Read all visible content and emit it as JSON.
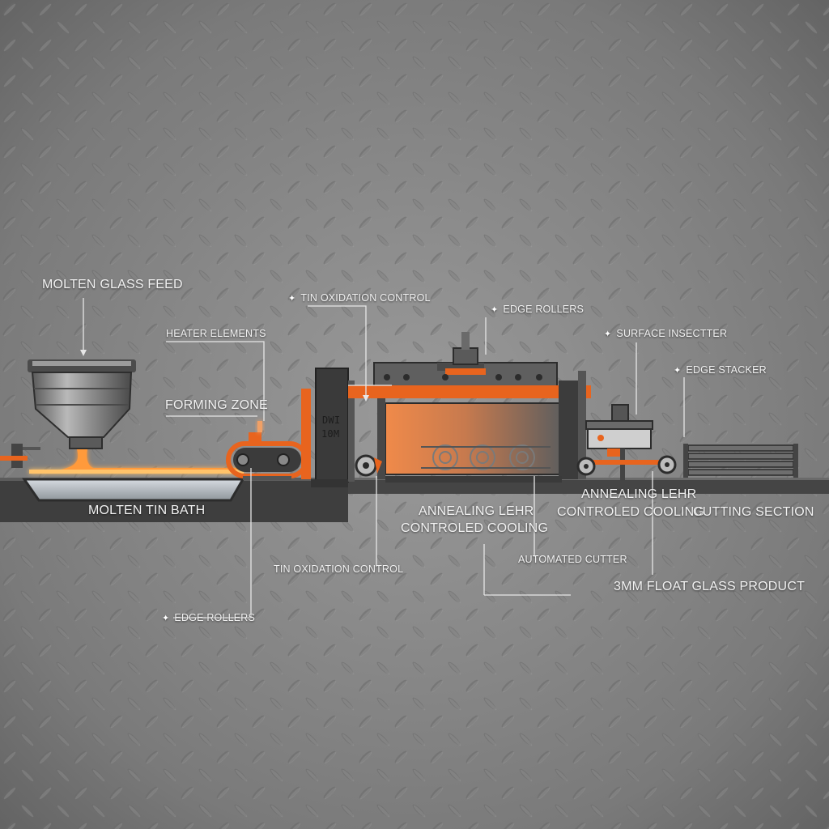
{
  "labels": {
    "molten_glass_feed": "MOLTEN GLASS FEED",
    "heater_elements": "HEATER ELEMENTS",
    "forming_zone": "FORMING ZONE",
    "molten_tin_bath": "MOLTEN TIN BATH",
    "tin_oxidation_control_top": "TIN OXIDATION CONTROL",
    "tin_oxidation_control_bottom": "TIN OXIDATION CONTROL",
    "edge_rollers_top": "EDGE ROLLERS",
    "edge_rollers_bottom": "EDGE ROLLERS",
    "surface_inspector": "SURFACE INSECTTER",
    "edge_stacker": "EDGE STACKER",
    "annealing_lehr_1_line1": "ANNEALING LEHR",
    "annealing_lehr_1_line2": "CONTROLED COOLING",
    "annealing_lehr_2_line1": "ANNEALING LEHR",
    "annealing_lehr_2_line2": "CONTROLED COOLING",
    "cutting_section": "CUTTING SECTION",
    "automated_cutter": "AUTOMATED CUTTER",
    "product": "3MM FLOAT GLASS PRODUCT",
    "column_tag_line1": "DWI",
    "column_tag_line2": "10M"
  },
  "colors": {
    "background": "#7e7e7e",
    "machine_dark": "#3c3c3c",
    "machine_mid": "#5a5a5a",
    "accent_orange": "#e8641e",
    "molten_glow": "#ff9a3a",
    "leader_line": "#e6e6e6"
  }
}
